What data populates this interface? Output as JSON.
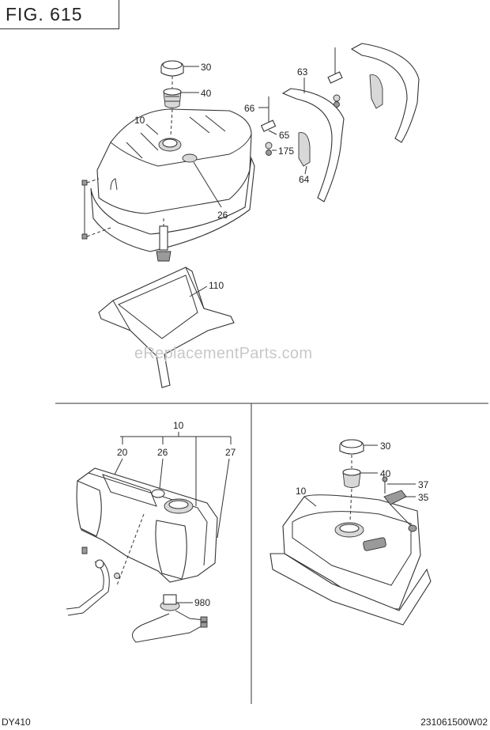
{
  "figure_title": "FIG. 615",
  "watermark": "eReplacementParts.com",
  "model": "DY410",
  "diagram_code": "231061500W02",
  "callouts": {
    "c30": "30",
    "c40": "40",
    "c10": "10",
    "c26": "26",
    "c110": "110",
    "c63": "63",
    "c66": "66",
    "c65": "65",
    "c175": "175",
    "c64": "64",
    "l_10": "10",
    "l_20": "20",
    "l_26": "26",
    "l_27": "27",
    "l_980": "980",
    "r_30": "30",
    "r_40": "40",
    "r_10": "10",
    "r_37": "37",
    "r_35": "35"
  }
}
